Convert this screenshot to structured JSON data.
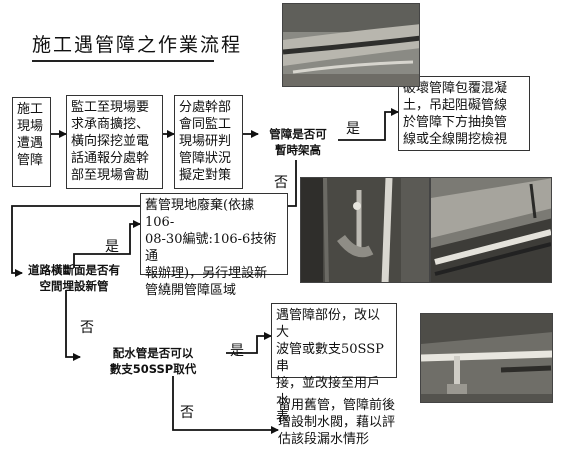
{
  "title": "施工遇管障之作業流程",
  "steps": {
    "start": "施工\n現場\n遭遇\n管障",
    "supervise": "監工至現場要\n求承商擴挖、\n橫向探挖並電\n話通報分處幹\n部至現場會勘",
    "branch_meeting": "分處幹部\n會同監工\n現場研判\n管障狀況\n擬定對策"
  },
  "decisions": {
    "d1": "管障是否可\n暫時架高",
    "d2": "道路橫斷面是否有\n空間埋設新管",
    "d3": "配水管是否可以\n數支50SSP取代"
  },
  "outcomes": {
    "o1": "破壞管障包覆混凝\n土，吊起阻礙管線\n於管障下方抽換管\n線或全線開挖檢視",
    "o2": "舊管現地廢棄(依據106-\n08-30編號:106-6技術通\n報辦理)，另行埋設新\n管繞開管障區域",
    "o3": "遇管障部份，改以大\n波管或數支50SSP串\n接，並改接至用戶水\n表",
    "o4": "留用舊管，管障前後\n增設制水閥，藉以評\n估該段漏水情形"
  },
  "labels": {
    "yes": "是",
    "no": "否"
  },
  "colors": {
    "line": "#111111",
    "box_border": "#333333"
  }
}
